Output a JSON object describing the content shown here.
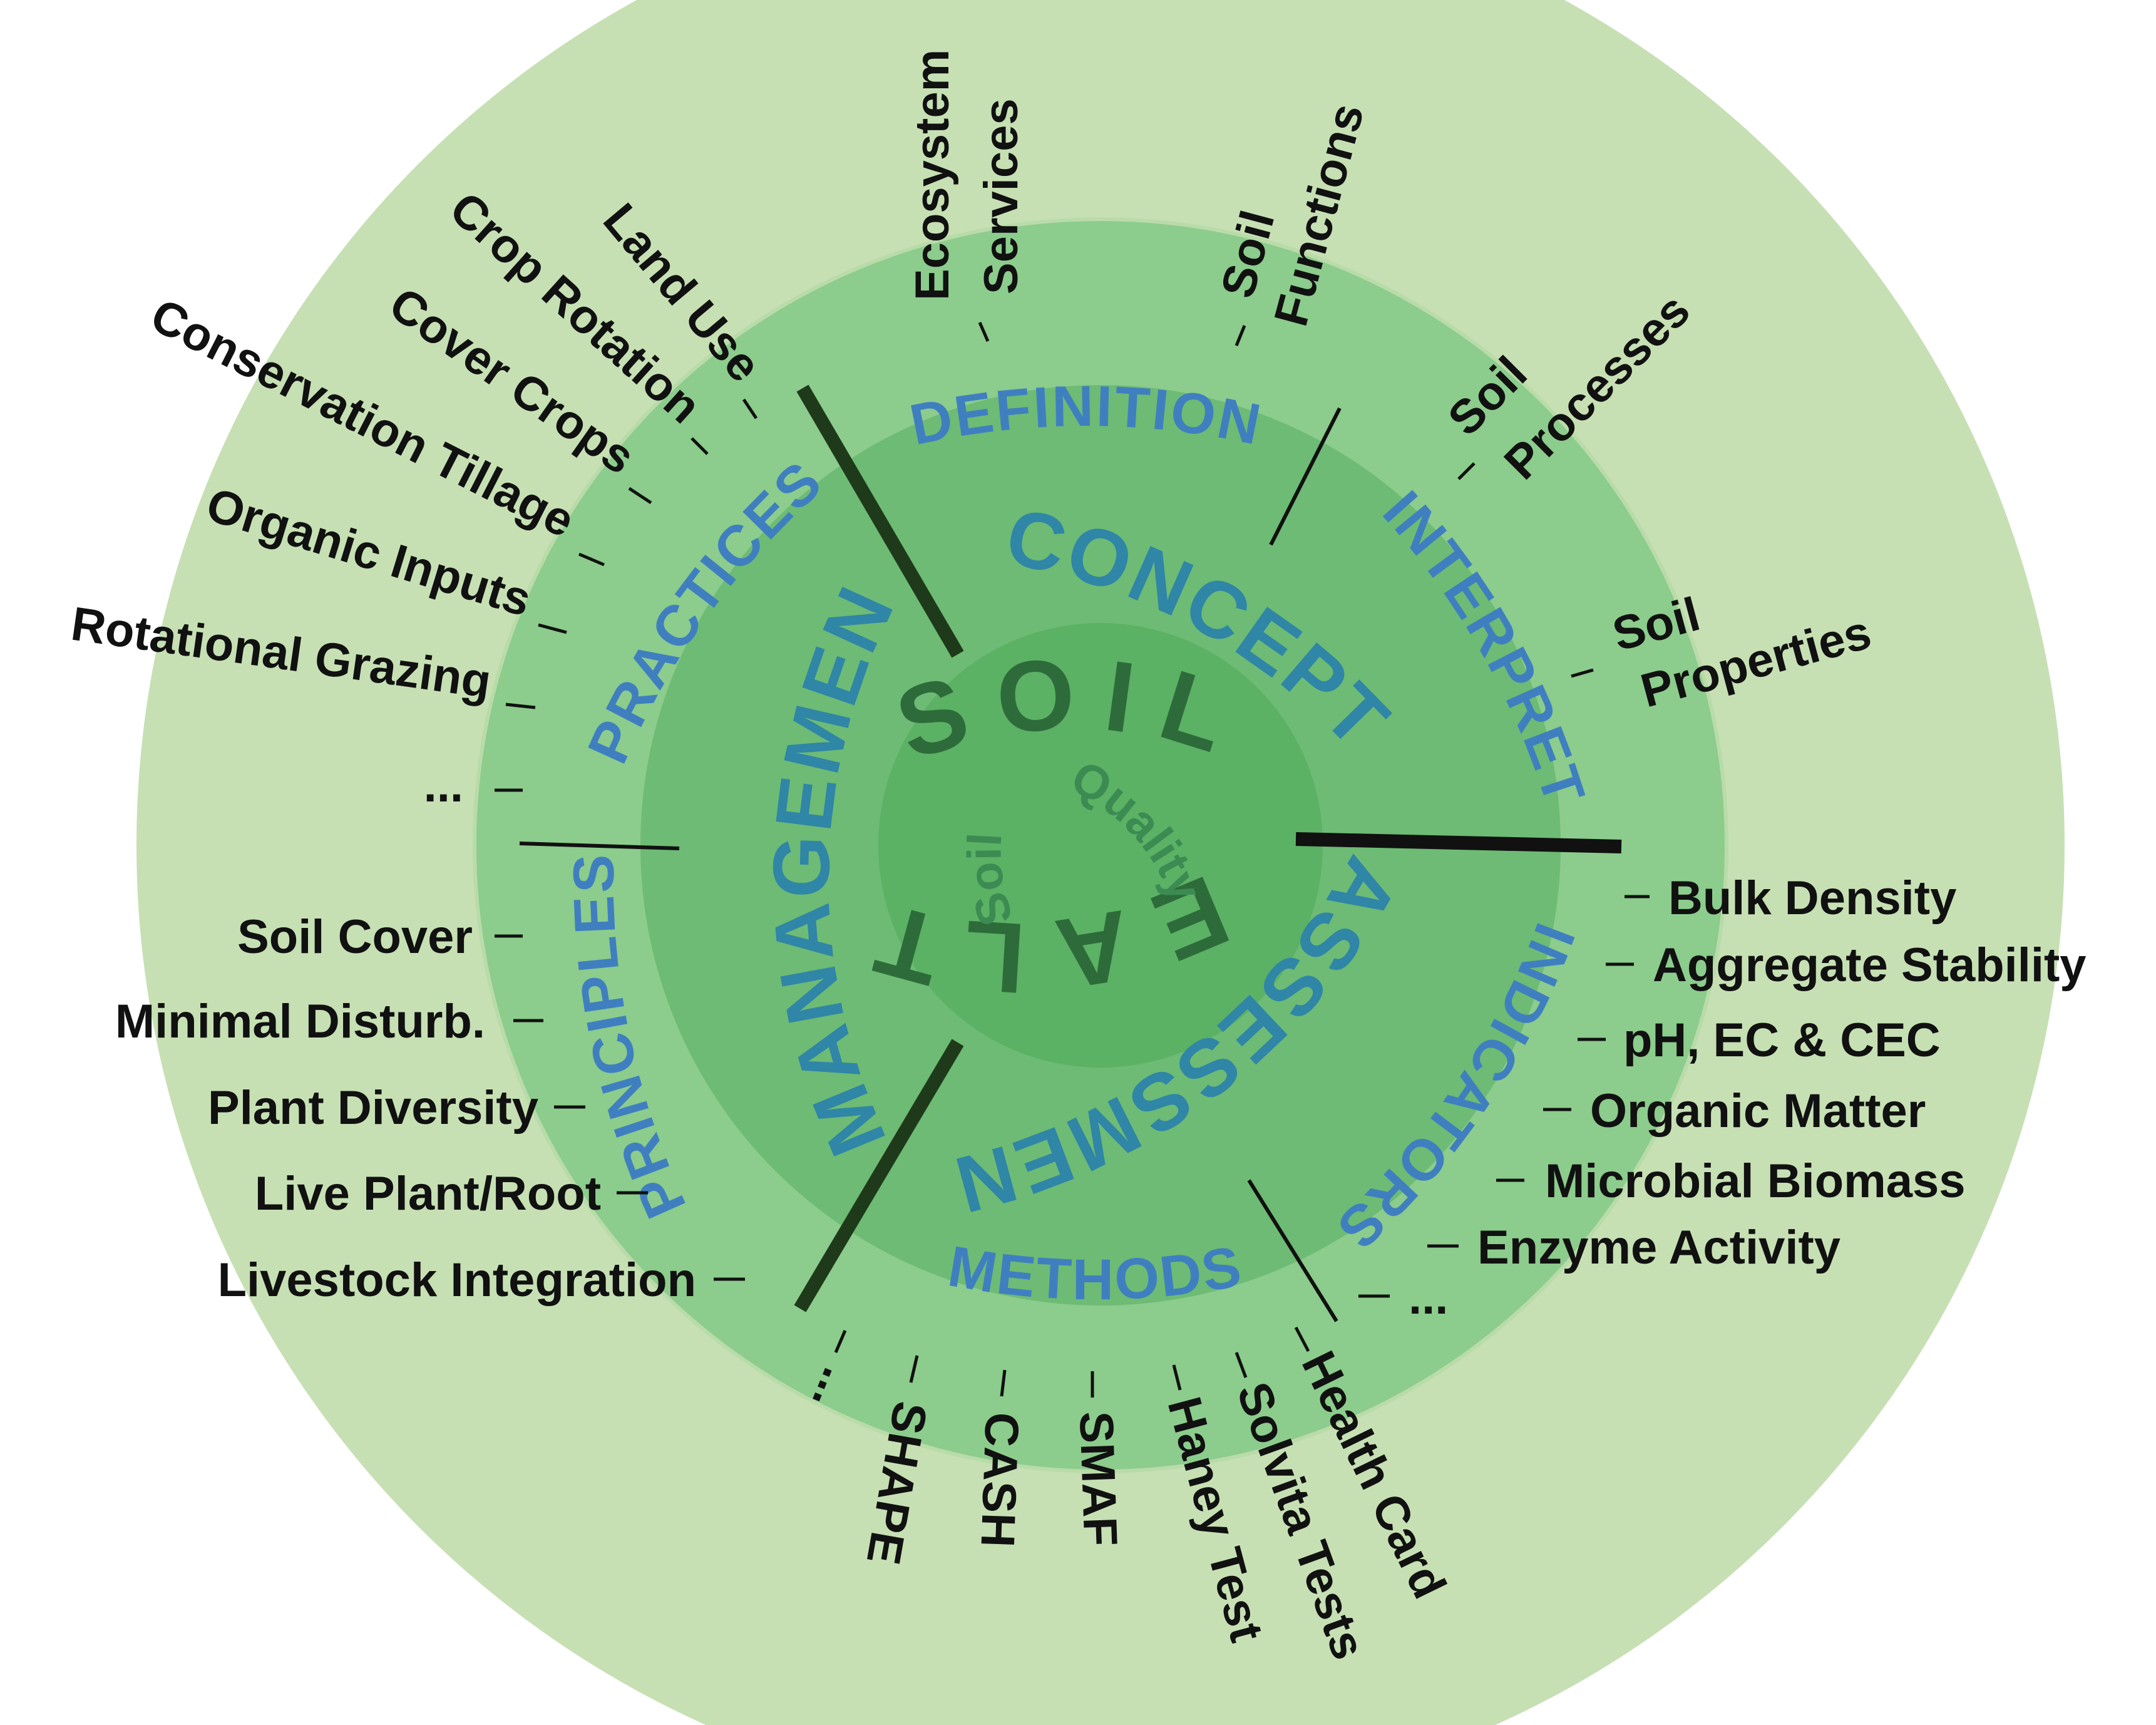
{
  "center": {
    "soil": "SOIL",
    "health": "HEALTH",
    "inner_soil": "Soil",
    "inner_quality": "Quality"
  },
  "middle_ring": {
    "concept": "CONCEPT",
    "assessment": "ASSESSMENT",
    "management": "MANAGEMENT"
  },
  "outer_ring": {
    "definition": "DEFINITION",
    "interpret": "INTERPRET",
    "indicators": "INDICATORS",
    "methods": "METHODS",
    "principles": "PRINCIPLES",
    "practices": "PRACTICES"
  },
  "labels": {
    "ecosystem_services": [
      "Ecosystem",
      "Services"
    ],
    "soil_functions": [
      "Soil",
      "Functions"
    ],
    "soil_processes": [
      "Soil",
      "Processes"
    ],
    "soil_properties": [
      "Soil",
      "Properties"
    ],
    "indicators": [
      "Bulk Density",
      "Aggregate Stability",
      "pH, EC & CEC",
      "Organic Matter",
      "Microbial Biomass",
      "Enzyme Activity",
      "..."
    ],
    "methods": [
      "Health Card",
      "Solvita Tests",
      "Haney Test",
      "SMAF",
      "CASH",
      "SHAPE",
      "..."
    ],
    "principles": [
      "Soil Cover",
      "Minimal Disturb.",
      "Plant Diversity",
      "Live Plant/Root",
      "Livestock Integration"
    ],
    "practices": [
      "Land Use",
      "Crop Rotation",
      "Cover Crops",
      "Conservation Tillage",
      "Organic Inputs",
      "Rotational Grazing",
      "..."
    ]
  },
  "colors": {
    "outer_ring": "#c6e0b4",
    "middle_ring": "#8ccc8c",
    "core": "#6dbb74",
    "inner_core": "#5bb164",
    "outer_text": "#3f7fc0",
    "middle_text": "#2f86a6",
    "core_text": "#2e6b3a",
    "divider": "#1f3a1a"
  }
}
